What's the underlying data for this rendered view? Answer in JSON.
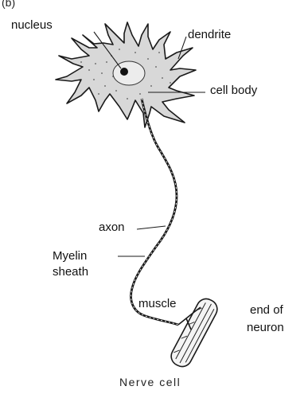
{
  "diagram": {
    "corner_mark": "(b)",
    "labels": {
      "nucleus": "nucleus",
      "dendrite": "dendrite",
      "cell_body": "cell body",
      "axon": "axon",
      "myelin_line1": "Myelin",
      "myelin_line2": "sheath",
      "muscle": "muscle",
      "end_line1": "end of",
      "end_line2": "neuron"
    },
    "caption": "Nerve cell"
  }
}
